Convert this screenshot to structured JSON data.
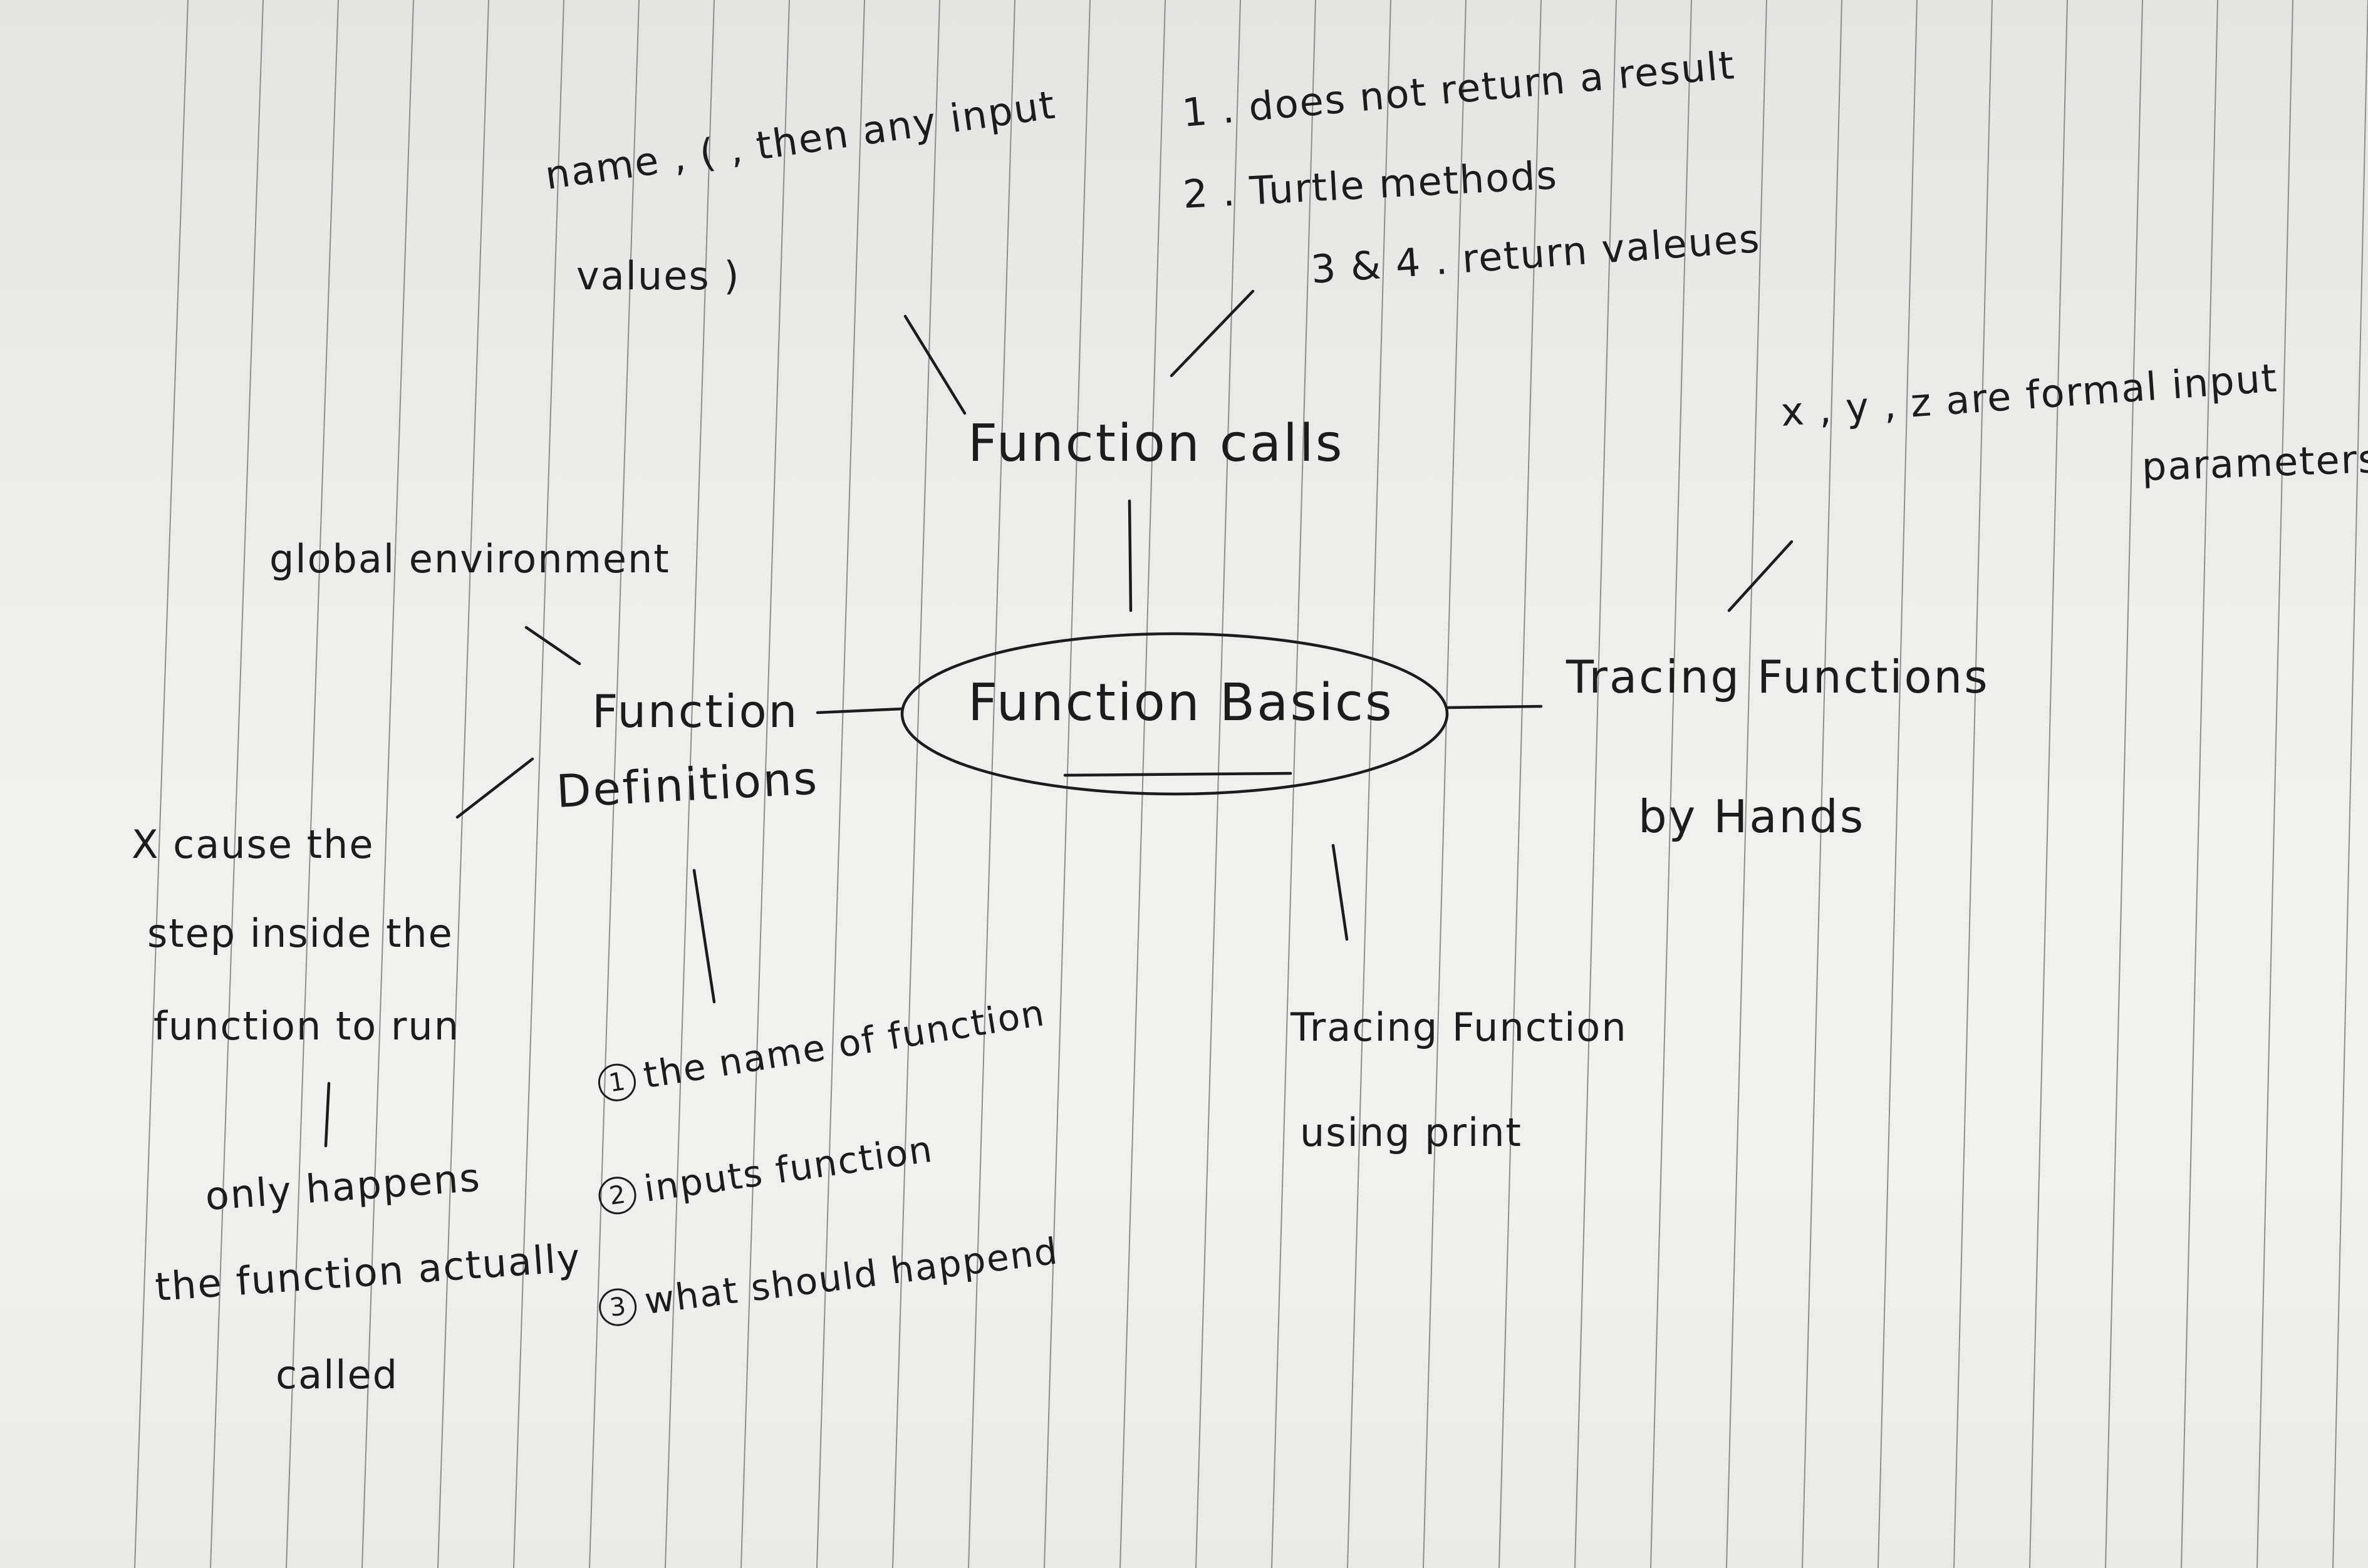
{
  "diagram": {
    "center": "Function  Basics",
    "calls": {
      "heading": "Function  calls",
      "syntax_line1": "name , ( ,  then  any  input",
      "syntax_line2": "values  )",
      "types": [
        "1 .  does  not  return  a  result",
        "2 .  Turtle  methods",
        "3 & 4 .  return  valeues"
      ]
    },
    "definitions": {
      "heading_line1": "Function",
      "heading_line2": "Definitions",
      "env": "global  environment",
      "cause": [
        "X  cause  the",
        "step  inside  the",
        "function  to  run"
      ],
      "only": [
        "only  happens",
        "the  function  actually",
        "called"
      ],
      "parts": [
        {
          "num": "1",
          "text": "the  name  of  function"
        },
        {
          "num": "2",
          "text": "inputs  function"
        },
        {
          "num": "3",
          "text": "what  should  happend"
        }
      ]
    },
    "hands": {
      "heading_line1": "Tracing  Functions",
      "heading_line2": "by  Hands",
      "params_line1": "x , y , z  are  formal  input",
      "params_line2": "parameters."
    },
    "print": {
      "line1": "Tracing  Function",
      "line2": "using  print"
    }
  }
}
